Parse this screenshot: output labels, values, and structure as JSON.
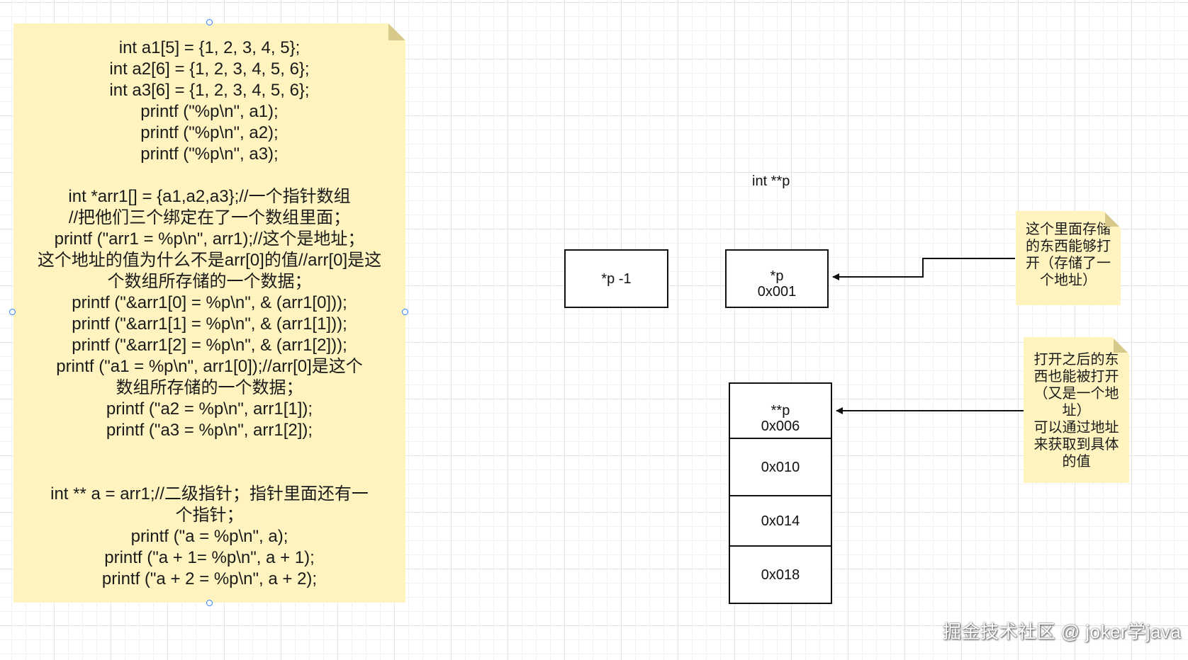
{
  "code_note": {
    "lines": [
      "int a1[5] = {1, 2, 3, 4, 5};",
      "int a2[6] = {1, 2, 3, 4, 5, 6};",
      "int a3[6] = {1, 2, 3, 4, 5, 6};",
      "printf (\"%p\\n\", a1);",
      "printf (\"%p\\n\", a2);",
      "printf (\"%p\\n\", a3);",
      "",
      "int *arr1[] = {a1,a2,a3};//一个指针数组",
      "//把他们三个绑定在了一个数组里面；",
      "printf (\"arr1 = %p\\n\", arr1);//这个是地址；",
      "这个地址的值为什么不是arr[0]的值//arr[0]是这",
      "个数组所存储的一个数据；",
      "printf (\"&arr1[0] = %p\\n\", & (arr1[0]));",
      "printf (\"&arr1[1] = %p\\n\", & (arr1[1]));",
      "printf (\"&arr1[2] = %p\\n\", & (arr1[2]));",
      "printf (\"a1 = %p\\n\", arr1[0]);//arr[0]是这个",
      "数组所存储的一个数据；",
      "printf (\"a2 = %p\\n\", arr1[1]);",
      "printf (\"a3 = %p\\n\", arr1[2]);",
      "",
      "",
      "int ** a = arr1;//二级指针；指针里面还有一",
      "个指针；",
      "printf (\"a = %p\\n\", a);",
      "printf (\"a + 1= %p\\n\", a + 1);",
      "printf (\"a + 2 = %p\\n\", a + 2);"
    ]
  },
  "pointer_label": "int **p",
  "boxes": {
    "p_minus_1": {
      "line1": "*p -1"
    },
    "p": {
      "line1": "*p",
      "line2": "0x001"
    },
    "pp": {
      "line1": "**p",
      "line2": "0x006"
    },
    "addr_010": {
      "line1": "0x010"
    },
    "addr_014": {
      "line1": "0x014"
    },
    "addr_018": {
      "line1": "0x018"
    }
  },
  "note_1": {
    "lines": [
      "这个里面存储",
      "的东西能够打",
      "开（存储了一",
      "个地址）"
    ]
  },
  "note_2": {
    "lines": [
      "打开之后的东",
      "西也能被打开",
      "（又是一个地",
      "址）",
      "可以通过地址",
      "来获取到具体",
      "的值"
    ]
  },
  "watermark": "掘金技术社区 @ joker学java",
  "colors": {
    "note_fill": "#fff4bf",
    "selection_handle": "#2a7fff",
    "stroke": "#111111"
  }
}
